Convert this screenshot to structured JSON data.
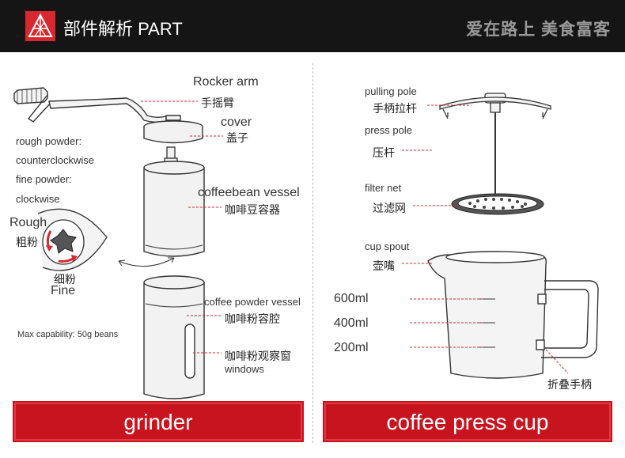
{
  "header": {
    "title": "部件解析 PART",
    "slogan": "爱在路上 美食富客",
    "accent_color": "#d8282f",
    "background_color": "#151515",
    "logo_icon": "triangle-logo-icon"
  },
  "grinder": {
    "labels": {
      "rocker_arm_en": "Rocker arm",
      "rocker_arm_zh": "手摇臂",
      "cover_en": "cover",
      "cover_zh": "盖子",
      "rough_powder": "rough powder:",
      "counterclockwise": "counterclockwise",
      "fine_powder": "fine powder:",
      "clockwise": "clockwise",
      "coffeebean_vessel_en": "coffeebean vessel",
      "coffeebean_vessel_zh": "咖啡豆容器",
      "rough_en": "Rough",
      "rough_zh": "粗粉",
      "fine_zh": "细粉",
      "fine_en": "Fine",
      "powder_vessel_en": "coffee powder vessel",
      "powder_vessel_zh": "咖啡粉容腔",
      "observation_window_zh": "咖啡粉观察窗",
      "windows_en": "windows",
      "max_capability": "Max capability: 50g beans"
    },
    "banner": "grinder"
  },
  "press": {
    "labels": {
      "pulling_pole_en": "pulling pole",
      "pulling_pole_zh": "手柄拉杆",
      "press_pole_en": "press pole",
      "press_pole_zh": "压杆",
      "filter_net_en": "filter net",
      "filter_net_zh": "过滤网",
      "cup_spout_en": "cup spout",
      "cup_spout_zh": "壶嘴",
      "ml600": "600ml",
      "ml400": "400ml",
      "ml200": "200ml",
      "folding_handle_zh": "折叠手柄"
    },
    "banner": "coffee press cup"
  }
}
